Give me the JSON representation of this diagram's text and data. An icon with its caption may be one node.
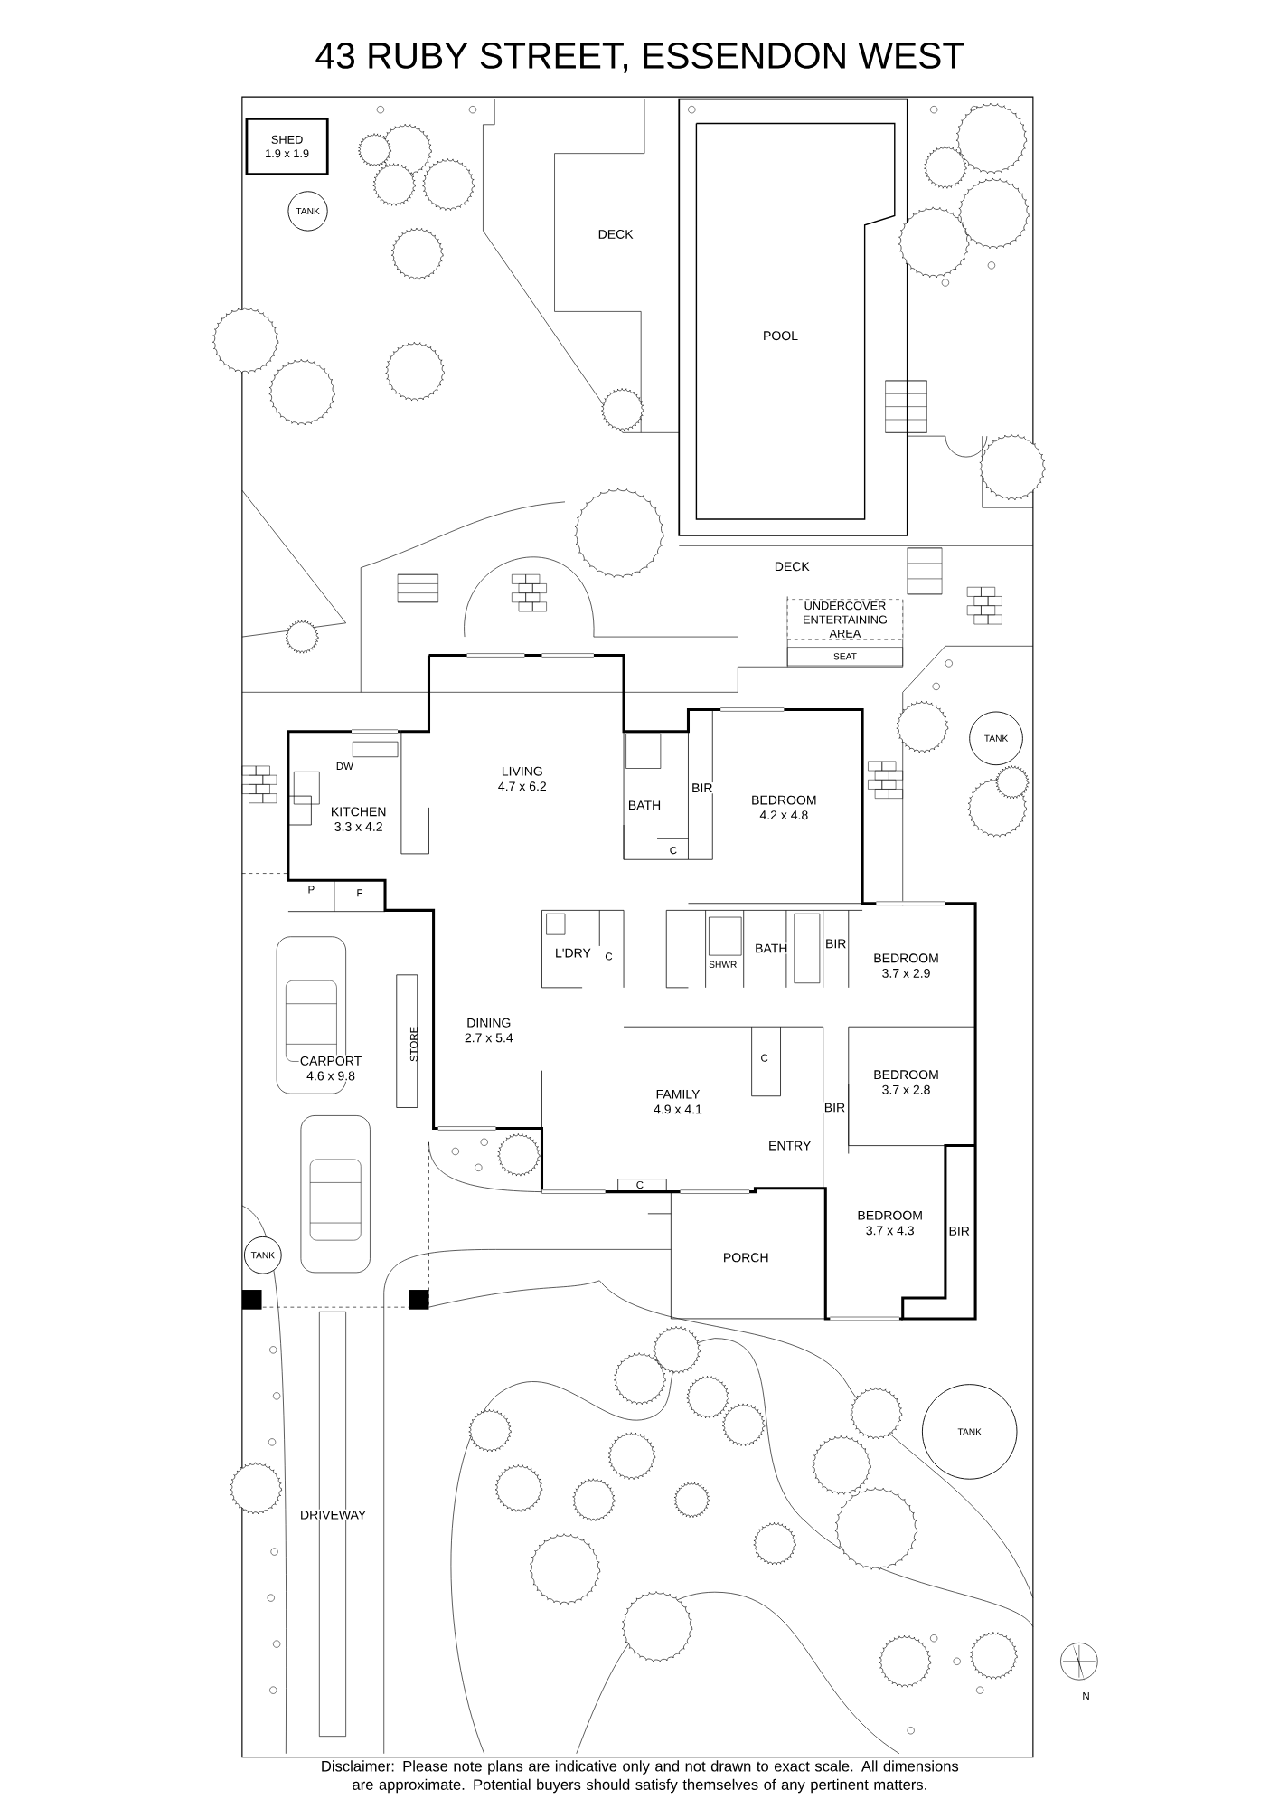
{
  "diagram": {
    "title": "43 RUBY STREET, ESSENDON WEST",
    "caption": "Disclaimer: Please note plans are indicative only and not drawn to exact scale. All dimensions are approximate. Potential buyers should satisfy themselves of any pertinent matters.",
    "nodes": [
      {
        "text": [
          "SHED",
          "1.9 x 1.9"
        ]
      },
      {
        "text": [
          "TANK"
        ]
      },
      {
        "text": [
          "DECK"
        ]
      },
      {
        "text": [
          "POOL"
        ]
      },
      {
        "text": [
          "DECK"
        ]
      },
      {
        "text": [
          "UNDERCOVER ENTERTAINING AREA"
        ]
      },
      {
        "text": [
          "SEAT"
        ]
      },
      {
        "text": [
          "TANK"
        ]
      },
      {
        "text": [
          "LIVING",
          "4.7 x 6.2"
        ]
      },
      {
        "text": [
          "KITCHEN",
          "3.3 x 4.2"
        ]
      },
      {
        "text": [
          "BATH"
        ]
      },
      {
        "text": [
          "BIR"
        ]
      },
      {
        "text": [
          "BEDROOM",
          "4.2 x 4.8"
        ]
      },
      {
        "text": [
          "L'DRY"
        ]
      },
      {
        "text": [
          "SHWR"
        ]
      },
      {
        "text": [
          "BATH"
        ]
      },
      {
        "text": [
          "BIR"
        ]
      },
      {
        "text": [
          "BEDROOM",
          "3.7 x 2.9"
        ]
      },
      {
        "text": [
          "DINING",
          "2.7 x 5.4"
        ]
      },
      {
        "text": [
          "STORE"
        ]
      },
      {
        "text": [
          "CARPORT",
          "4.6 x 9.8"
        ]
      },
      {
        "text": [
          "FAMILY",
          "4.9 x 4.1"
        ]
      },
      {
        "text": [
          "BEDROOM",
          "3.7 x 2.8"
        ]
      },
      {
        "text": [
          "BIR"
        ]
      },
      {
        "text": [
          "ENTRY"
        ]
      },
      {
        "text": [
          "BEDROOM",
          "3.7 x 4.3"
        ]
      },
      {
        "text": [
          "BIR"
        ]
      },
      {
        "text": [
          "PORCH"
        ]
      },
      {
        "text": [
          "TANK"
        ]
      },
      {
        "text": [
          "TANK"
        ]
      },
      {
        "text": [
          "DRIVEWAY"
        ]
      }
    ],
    "labels": [
      "DW",
      "C",
      "P",
      "F",
      "C",
      "C",
      "C",
      "N"
    ]
  }
}
